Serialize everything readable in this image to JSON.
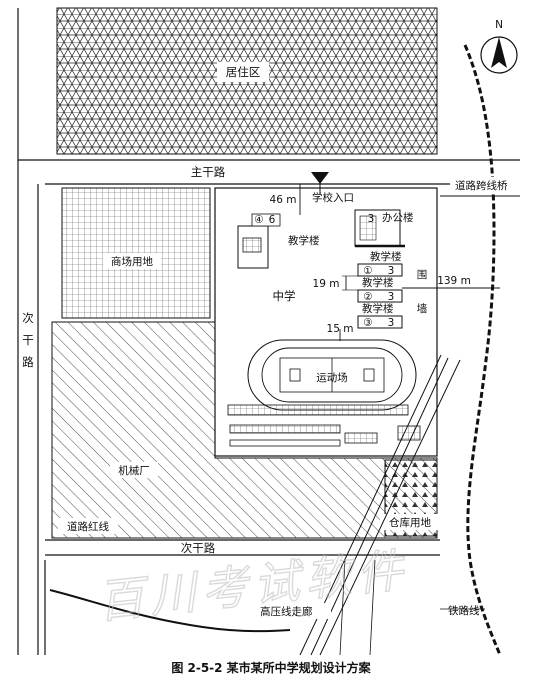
{
  "caption": "图 2-5-2   某市某所中学规划设计方案",
  "north_label": "N",
  "zones": {
    "residential": "居住区",
    "commercial": "商场用地",
    "factory": "机械厂",
    "warehouse": "仓库用地",
    "school": "中学",
    "sports_field": "运动场"
  },
  "roads": {
    "main_road": "主干路",
    "secondary_vertical": "次干路",
    "secondary_horizontal": "次干路",
    "red_line": "道路红线",
    "overpass": "道路跨线桥",
    "railway": "铁路线",
    "hv_corridor": "高压线走廊"
  },
  "school": {
    "entrance": "学校入口",
    "office": "办公楼",
    "teaching": "教学楼",
    "teaching_left": "教学楼",
    "wall": "围墙",
    "floors_office": "3",
    "bldg1_no": "①",
    "bldg2_no": "②",
    "bldg3_no": "③",
    "bldg4_no": "④",
    "bldg1_floors": "3",
    "bldg2_floors": "3",
    "bldg3_floors": "3",
    "bldg4_floors": "6"
  },
  "dimensions": {
    "d46": "46 m",
    "d19": "19 m",
    "d139": "139 m",
    "d15": "15 m"
  },
  "watermark": "百川考试软件"
}
